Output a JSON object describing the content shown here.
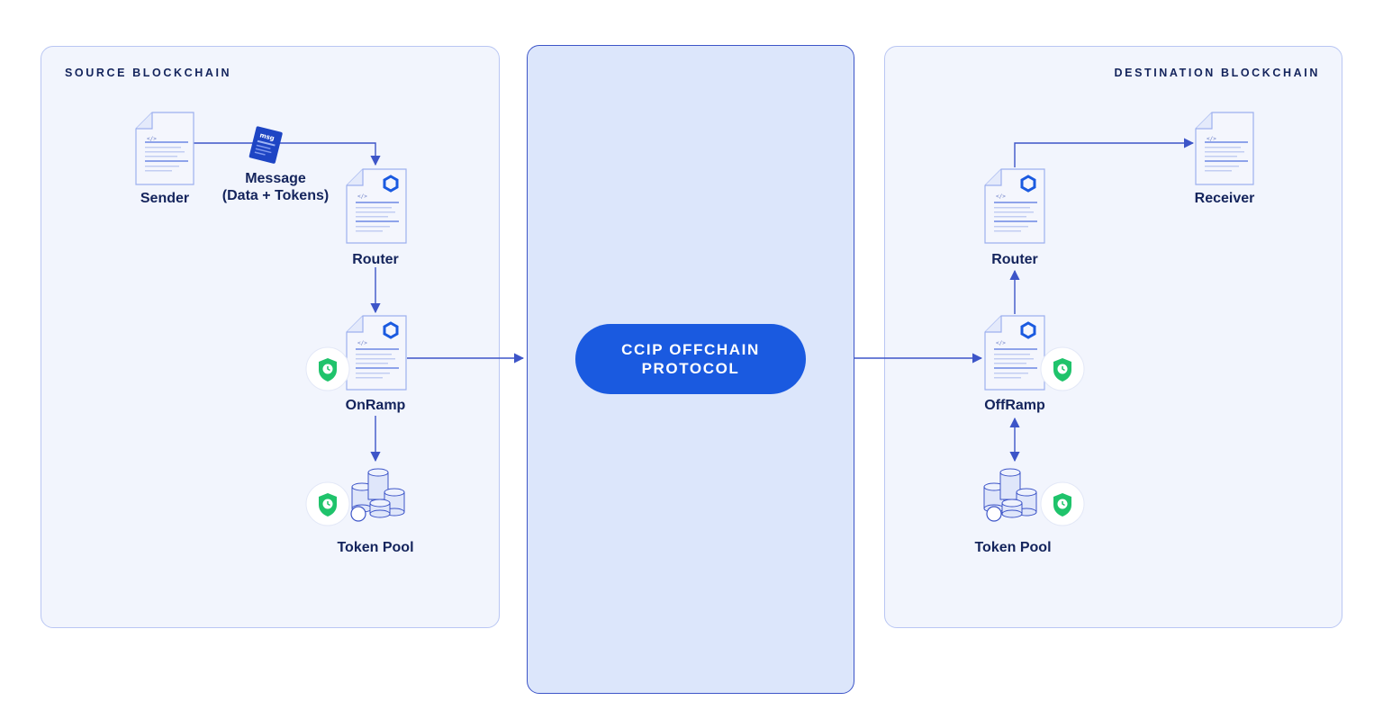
{
  "source": {
    "title": "SOURCE BLOCKCHAIN"
  },
  "destination": {
    "title": "DESTINATION BLOCKCHAIN"
  },
  "offchain": {
    "line1": "CCIP OFFCHAIN",
    "line2": "PROTOCOL"
  },
  "nodes": {
    "sender": "Sender",
    "message_line1": "Message",
    "message_line2": "(Data + Tokens)",
    "message_doc": "msg",
    "src_router": "Router",
    "onramp": "OnRamp",
    "src_token_pool": "Token Pool",
    "receiver": "Receiver",
    "dst_router": "Router",
    "offramp": "OffRamp",
    "dst_token_pool": "Token Pool"
  },
  "doc_tag": "</>",
  "colors": {
    "arrow": "#3d55c8",
    "navy": "#14245c",
    "pill": "#1a5ae0",
    "shield": "#1fc36b",
    "panel": "#f2f5fd",
    "offchain": "#dce6fb"
  },
  "icons": [
    "document-icon",
    "contract-icon",
    "hexagon-icon",
    "shield-clock-icon",
    "coin-stack-icon",
    "message-doc-icon"
  ]
}
